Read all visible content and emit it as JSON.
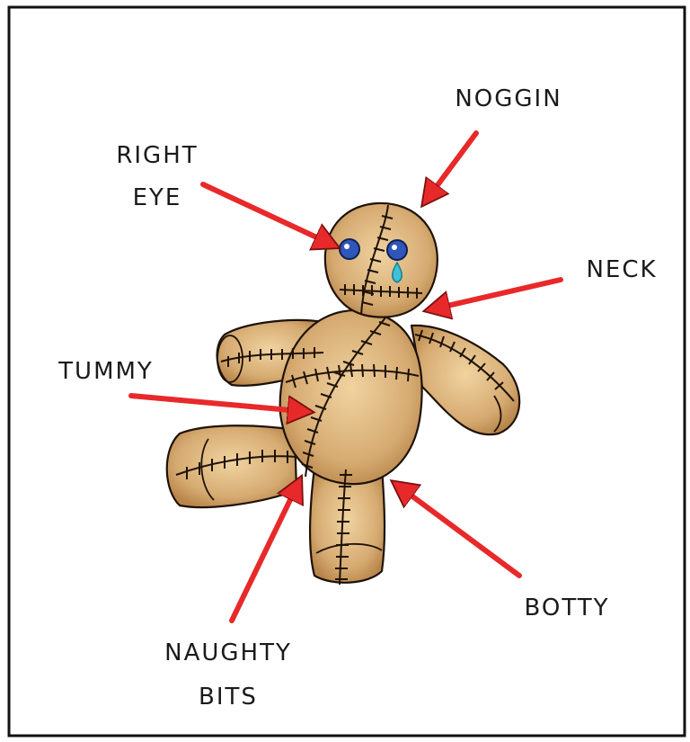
{
  "labels": {
    "noggin": "NOGGIN",
    "right_eye_line1": "RIGHT",
    "right_eye_line2": "EYE",
    "neck": "NECK",
    "tummy": "TUMMY",
    "naughty_bits_line1": "NAUGHTY",
    "naughty_bits_line2": "BITS",
    "botty": "BOTTY"
  },
  "colors": {
    "arrow": "#e8292a",
    "arrow_outline": "#7a1010",
    "doll_fill": "#d6ab72",
    "doll_shade": "#b8864b",
    "stitch": "#1e1208",
    "eye": "#2f56b8",
    "tear": "#3fc1d6",
    "frame": "#111111"
  }
}
